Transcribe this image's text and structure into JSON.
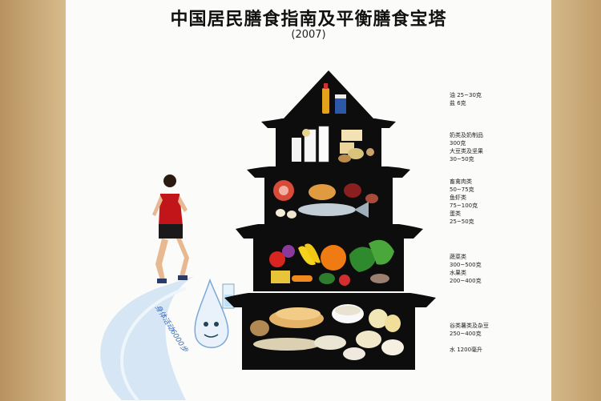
{
  "header": {
    "title": "中国居民膳食指南及平衡膳食宝塔",
    "year": "(2007)"
  },
  "tiers": [
    {
      "name": "oil-salt",
      "lines": [
        "油 25~30克",
        "盐 6克"
      ]
    },
    {
      "name": "dairy-soy",
      "lines": [
        "奶类及奶制品",
        "300克",
        "大豆类及坚果",
        "30~50克"
      ]
    },
    {
      "name": "meat-fish-egg",
      "lines": [
        "畜禽肉类",
        "50~75克",
        "鱼虾类",
        "75~100克",
        "蛋类",
        "25~50克"
      ]
    },
    {
      "name": "vegetable-fruit",
      "lines": [
        "蔬菜类",
        "300~500克",
        "水果类",
        "200~400克"
      ]
    },
    {
      "name": "grain-water",
      "lines": [
        "谷类薯类及杂豆",
        "250~400克",
        "",
        "水  1200毫升"
      ]
    }
  ],
  "activity_text": "身体活动6000步",
  "colors": {
    "tower": "#0d0d0d",
    "path": "#cfe0f2",
    "runner_shirt": "#c2151a"
  }
}
